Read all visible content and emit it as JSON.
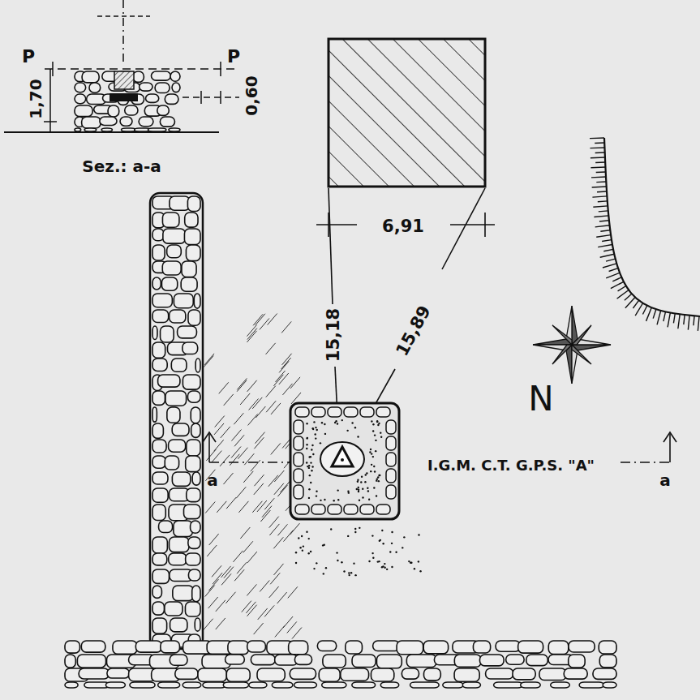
{
  "diagram": {
    "labels": [
      "P",
      "P",
      "1,70",
      "0,60",
      "Sez.: a-a",
      "6,91",
      "15,18",
      "15,89",
      "N",
      "I.G.M. C.T. G.P.S. \"A\"",
      "a",
      "a"
    ]
  }
}
